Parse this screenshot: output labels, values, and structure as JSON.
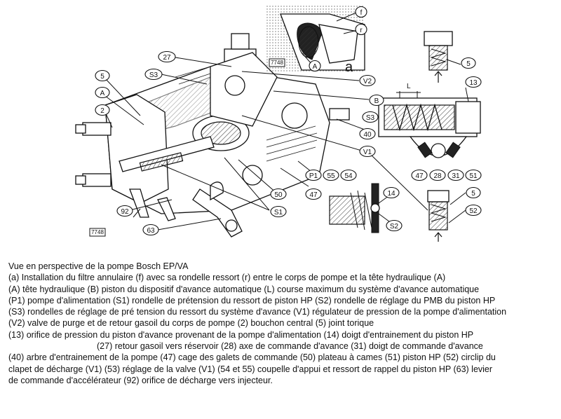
{
  "figure": {
    "labels": {
      "l27": "27",
      "lS3a": "S3",
      "lS3b": "S3",
      "l5a": "5",
      "lA": "A",
      "l2": "2",
      "lP1": "P1",
      "l55": "55",
      "l54": "54",
      "l14": "14",
      "lS2": "S2",
      "l50": "50",
      "l47a": "47",
      "l47b": "47",
      "l28": "28",
      "l31": "31",
      "l51": "51",
      "l5b": "5",
      "l5c": "5",
      "l52": "52",
      "lS1a": "S1",
      "l92": "92",
      "l63": "63",
      "lV2": "V2",
      "lB": "B",
      "lV1": "V1",
      "l40": "40",
      "l13": "13",
      "lL": "L",
      "lf": "f",
      "lr": "r",
      "lAa": "A",
      "la": "a"
    },
    "refs": {
      "ref1": "7748",
      "ref2": "7748"
    }
  },
  "caption": {
    "lines": [
      "Vue en perspective de la pompe Bosch EP/VA",
      "(a) Installation du filtre annulaire (f) avec sa rondelle ressort (r) entre le corps de pompe et la tête hydraulique (A)",
      "(A) tête hydraulique (B) piston du dispositif d'avance automatique (L) course maximum du système d'avance automatique",
      "(P1) pompe d'alimentation (S1) rondelle de prétension du ressort de piston HP (S2) rondelle de réglage du PMB du piston HP",
      "(S3) rondelles de réglage de pré tension du ressort du système d'avance (V1) régulateur de pression de la pompe d'alimentation",
      "(V2) valve de purge et de retour gasoil du corps de pompe (2) bouchon central (5) joint torique",
      "(13) orifice de pression du piston d'avance provenant de la pompe d'alimentation (14) doigt d'entrainement du piston HP",
      "(27) retour gasoil vers réservoir (28) axe de commande d'avance (31) doigt de commande d'avance",
      "(40) arbre d'entrainement de la pompe (47) cage des galets de commande (50) plateau à cames (51) piston HP (52) circlip du",
      "clapet de décharge (V1) (53) réglage de la valve (V1) (54 et 55) coupelle d'appui et ressort de rappel du piston HP (63) levier",
      "de commande d'accélérateur (92) orifice de décharge vers injecteur."
    ]
  }
}
